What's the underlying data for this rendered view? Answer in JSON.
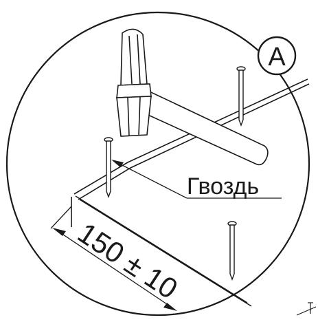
{
  "diagram": {
    "badge_letter": "A",
    "nail_label": "Гвоздь",
    "dimension_text": "150 ± 10",
    "colors": {
      "stroke": "#1a1a1a",
      "background": "#ffffff"
    },
    "icons": [
      "hammer-icon",
      "nail-icon"
    ]
  }
}
